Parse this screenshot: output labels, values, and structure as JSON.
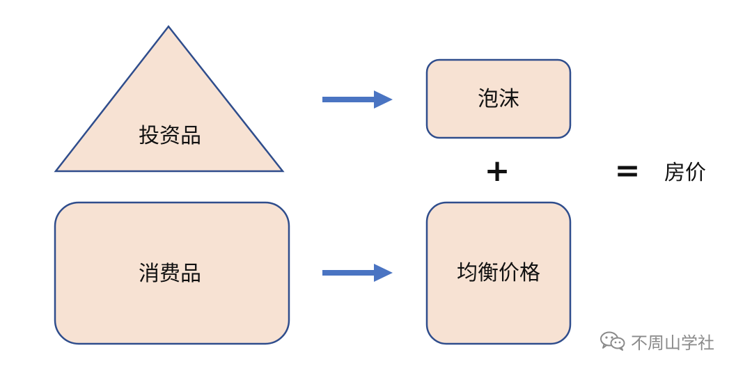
{
  "diagram": {
    "investment_goods": "投资品",
    "consumer_goods": "消费品",
    "bubble": "泡沫",
    "equilibrium_price": "均衡价格",
    "plus": "+",
    "equals": "=",
    "house_price": "房价"
  },
  "watermark": {
    "icon": "wechat-icon",
    "text": "不周山学社"
  },
  "colors": {
    "shape_fill": "#f7e2d3",
    "shape_stroke": "#2f4d8c",
    "arrow": "#4a74c2",
    "text": "#111111",
    "watermark": "#8a8a8a"
  }
}
